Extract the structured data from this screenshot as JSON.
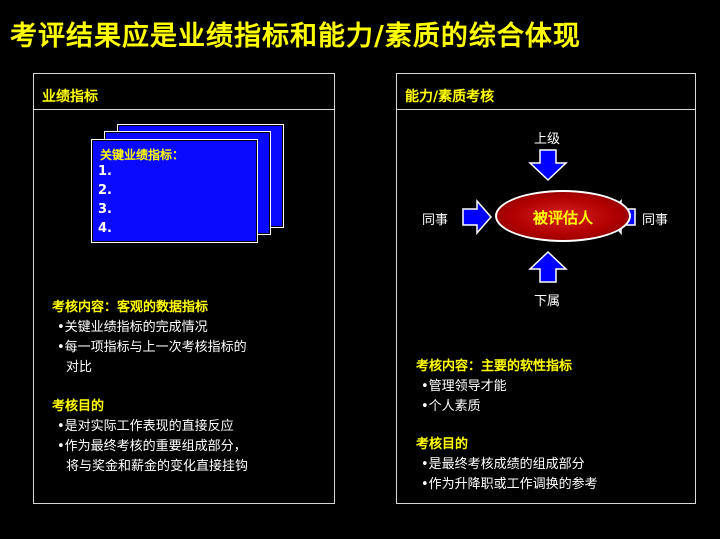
{
  "title": "考评结果应是业绩指标和能力/素质的综合体现",
  "left_panel": {
    "header": "业绩指标",
    "card": {
      "title": "关键业绩指标：",
      "items": [
        "1.",
        "2.",
        "3.",
        "4."
      ]
    },
    "content_heading": "考核内容：客观的数据指标",
    "content_items": [
      "•关键业绩指标的完成情况",
      "•每一项指标与上一次考核指标的",
      "对比"
    ],
    "purpose_heading": "考核目的",
    "purpose_items": [
      "•是对实际工作表现的直接反应",
      "•作为最终考核的重要组成部分，",
      "将与奖金和薪金的变化直接挂钩"
    ]
  },
  "right_panel": {
    "header": "能力/素质考核",
    "top_label": "上级",
    "left_label": "同事",
    "right_label": "同事",
    "bottom_label": "下属",
    "center_label": "被评估人",
    "content_heading": "考核内容：主要的软性指标",
    "content_items": [
      "•管理领导才能",
      "•个人素质"
    ],
    "purpose_heading": "考核目的",
    "purpose_items": [
      "•是最终考核成绩的组成部分",
      "•作为升降职或工作调换的参考"
    ]
  },
  "colors": {
    "accent": "#ffff00",
    "card": "#0a0aff",
    "oval": "#c00000",
    "arrow": "#0000ff"
  }
}
